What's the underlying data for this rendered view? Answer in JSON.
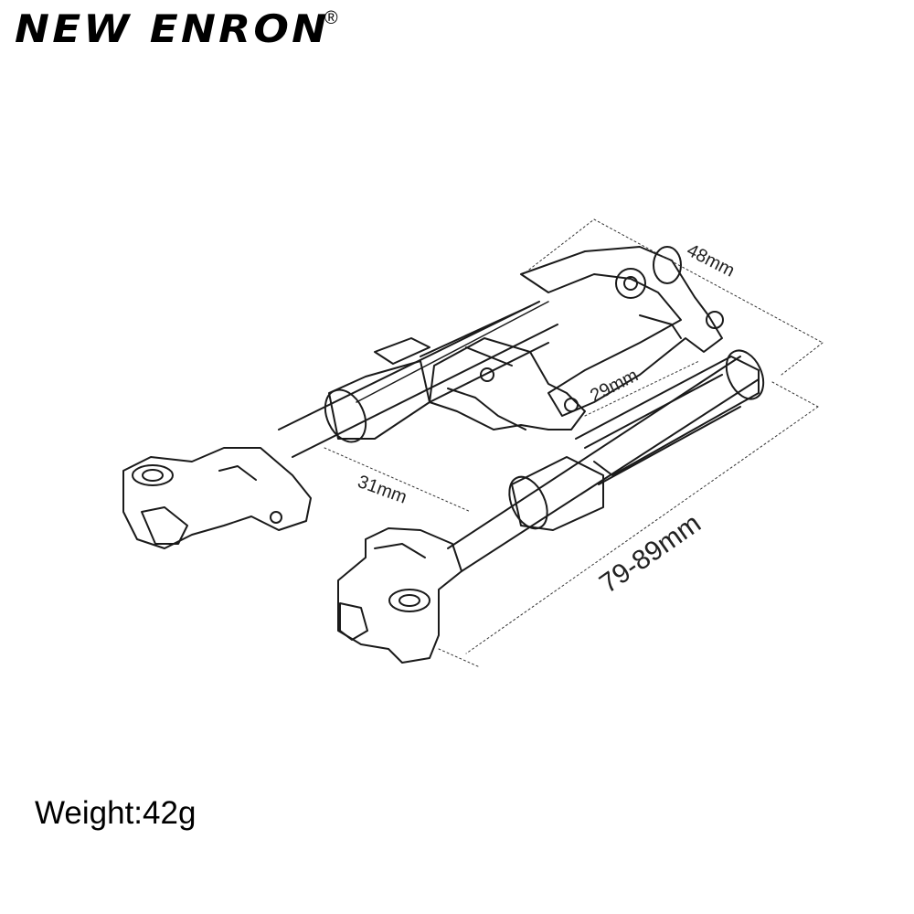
{
  "brand": {
    "name": "NEW ENRON",
    "registered_mark": "®"
  },
  "dimensions": {
    "width": "48mm",
    "inner": "29mm",
    "offset": "31mm",
    "length": "79-89mm"
  },
  "weight": "Weight:42g",
  "colors": {
    "line": "#1a1a1a",
    "dim_line": "#333333",
    "background": "#ffffff"
  }
}
